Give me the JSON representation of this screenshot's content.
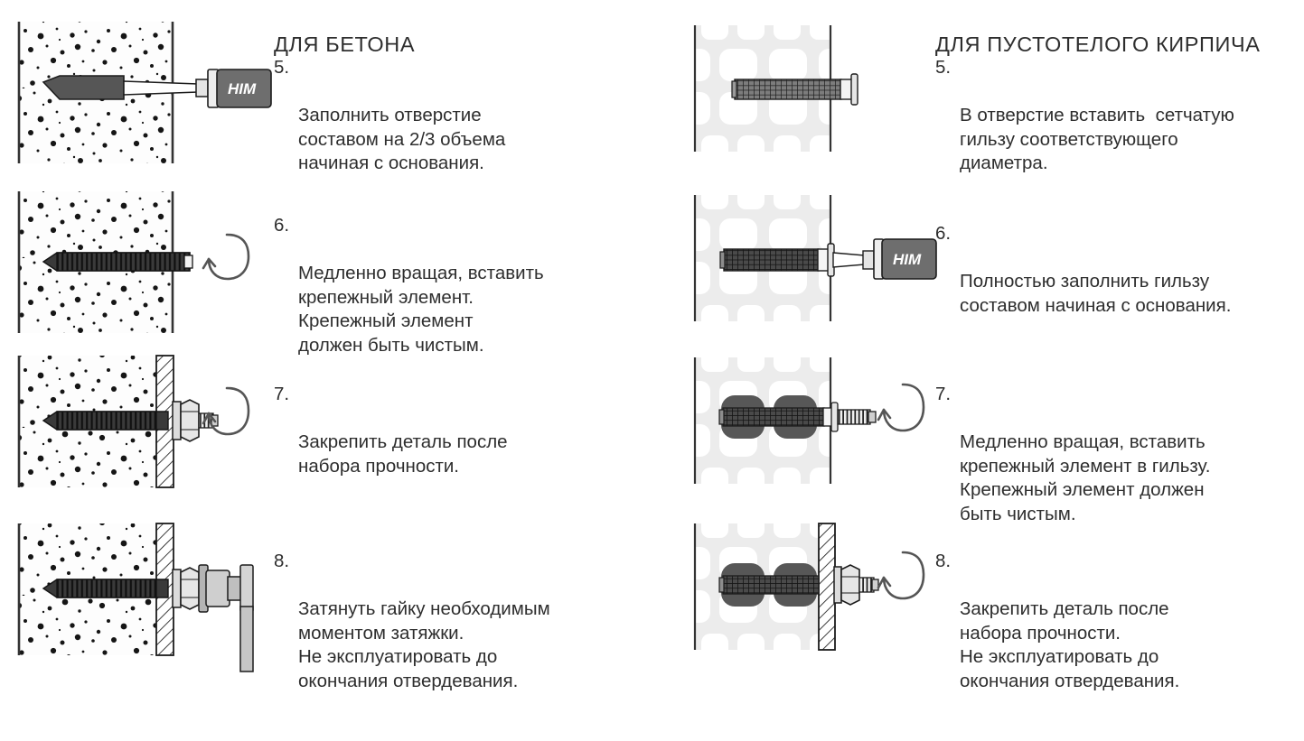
{
  "document": {
    "kind": "installation-instruction-diagram",
    "background_color": "#ffffff",
    "text_color": "#2e2e2e"
  },
  "columns": [
    {
      "id": "concrete",
      "title": "ДЛЯ БЕТОНА",
      "steps": [
        {
          "number": "5.",
          "lines": [
            "Заполнить отверстие",
            "составом на 2/3 объема",
            "начиная с основания."
          ],
          "figure": "concrete-hole-filled-with-cartridge"
        },
        {
          "number": "6.",
          "lines": [
            "Медленно вращая, вставить",
            "крепежный элемент.",
            "Крепежный элемент",
            "должен быть чистым."
          ],
          "figure": "concrete-rod-inserted-rotating"
        },
        {
          "number": "7.",
          "lines": [
            "Закрепить деталь после",
            "набора прочности."
          ],
          "figure": "concrete-plate-nut-rotating"
        },
        {
          "number": "8.",
          "lines": [
            "Затянуть гайку необходимым",
            "моментом затяжки.",
            "Не эксплуатировать до",
            "окончания отвердевания."
          ],
          "figure": "concrete-torque-wrench"
        }
      ]
    },
    {
      "id": "hollow-brick",
      "title": "ДЛЯ ПУСТОТЕЛОГО КИРПИЧА",
      "steps": [
        {
          "number": "5.",
          "lines": [
            "В отверстие вставить  сетчатую",
            "гильзу соответствующего",
            "диаметра."
          ],
          "figure": "brick-mesh-sleeve-inserted"
        },
        {
          "number": "6.",
          "lines": [
            "Полностью заполнить гильзу",
            "составом начиная с основания."
          ],
          "figure": "brick-sleeve-filled-with-cartridge"
        },
        {
          "number": "7.",
          "lines": [
            "Медленно вращая, вставить",
            "крепежный элемент в гильзу.",
            "Крепежный элемент должен",
            "быть чистым."
          ],
          "figure": "brick-rod-inserted-rotating"
        },
        {
          "number": "8.",
          "lines": [
            "Закрепить деталь после",
            "набора прочности.",
            "Не эксплуатировать до",
            "окончания отвердевания."
          ],
          "figure": "brick-plate-nut-rotating"
        }
      ]
    }
  ],
  "illustration": {
    "cartridge_label": "HIM",
    "colors": {
      "concrete_fill": "#fdfdfd",
      "concrete_speckle": "#1a1a1a",
      "wall_edge": "#333333",
      "brick_body": "#ececec",
      "brick_void": "#ffffff",
      "adhesive_dark": "#4d4d4d",
      "rod_dark": "#3a3a3a",
      "metal_gray": "#b9b9b9",
      "metal_light": "#d8d8d8",
      "cartridge_body": "#6e6e6e",
      "cartridge_cap": "#e9e9e9",
      "outline": "#1c1c1c",
      "arrow": "#555555"
    },
    "icons": {
      "rotation": "rotation-arrow-icon",
      "cartridge": "adhesive-cartridge-icon"
    }
  }
}
